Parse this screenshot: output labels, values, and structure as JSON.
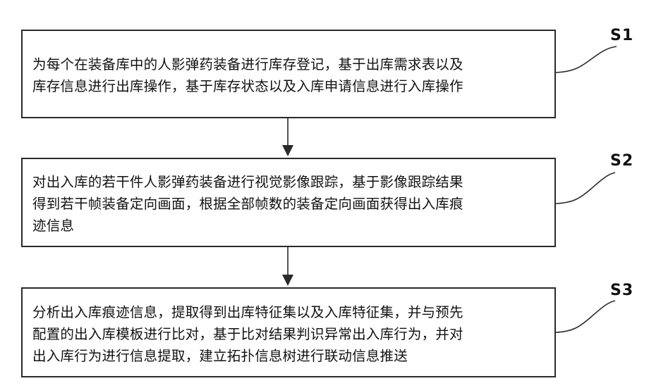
{
  "steps": [
    {
      "id": "S1",
      "lines": [
        "为每个在装备库中的人影弹药装备进行库存登记，基于出库需求表以及",
        "库存信息进行出库操作，基于库存状态以及入库申请信息进行入库操作"
      ]
    },
    {
      "id": "S2",
      "lines": [
        "对出入库的若干件人影弹药装备进行视觉影像跟踪，基于影像跟踪结果",
        "得到若干帧装备定向画面，根据全部帧数的装备定向画面获得出入库痕",
        "迹信息"
      ]
    },
    {
      "id": "S3",
      "lines": [
        "分析出入库痕迹信息，提取得到出库特征集以及入库特征集，并与预先",
        "配置的出入库模板进行比对，基于比对结果判识异常出入库行为，并对",
        "出入库行为进行信息提取，建立拓扑信息树进行联动信息推送"
      ]
    }
  ]
}
